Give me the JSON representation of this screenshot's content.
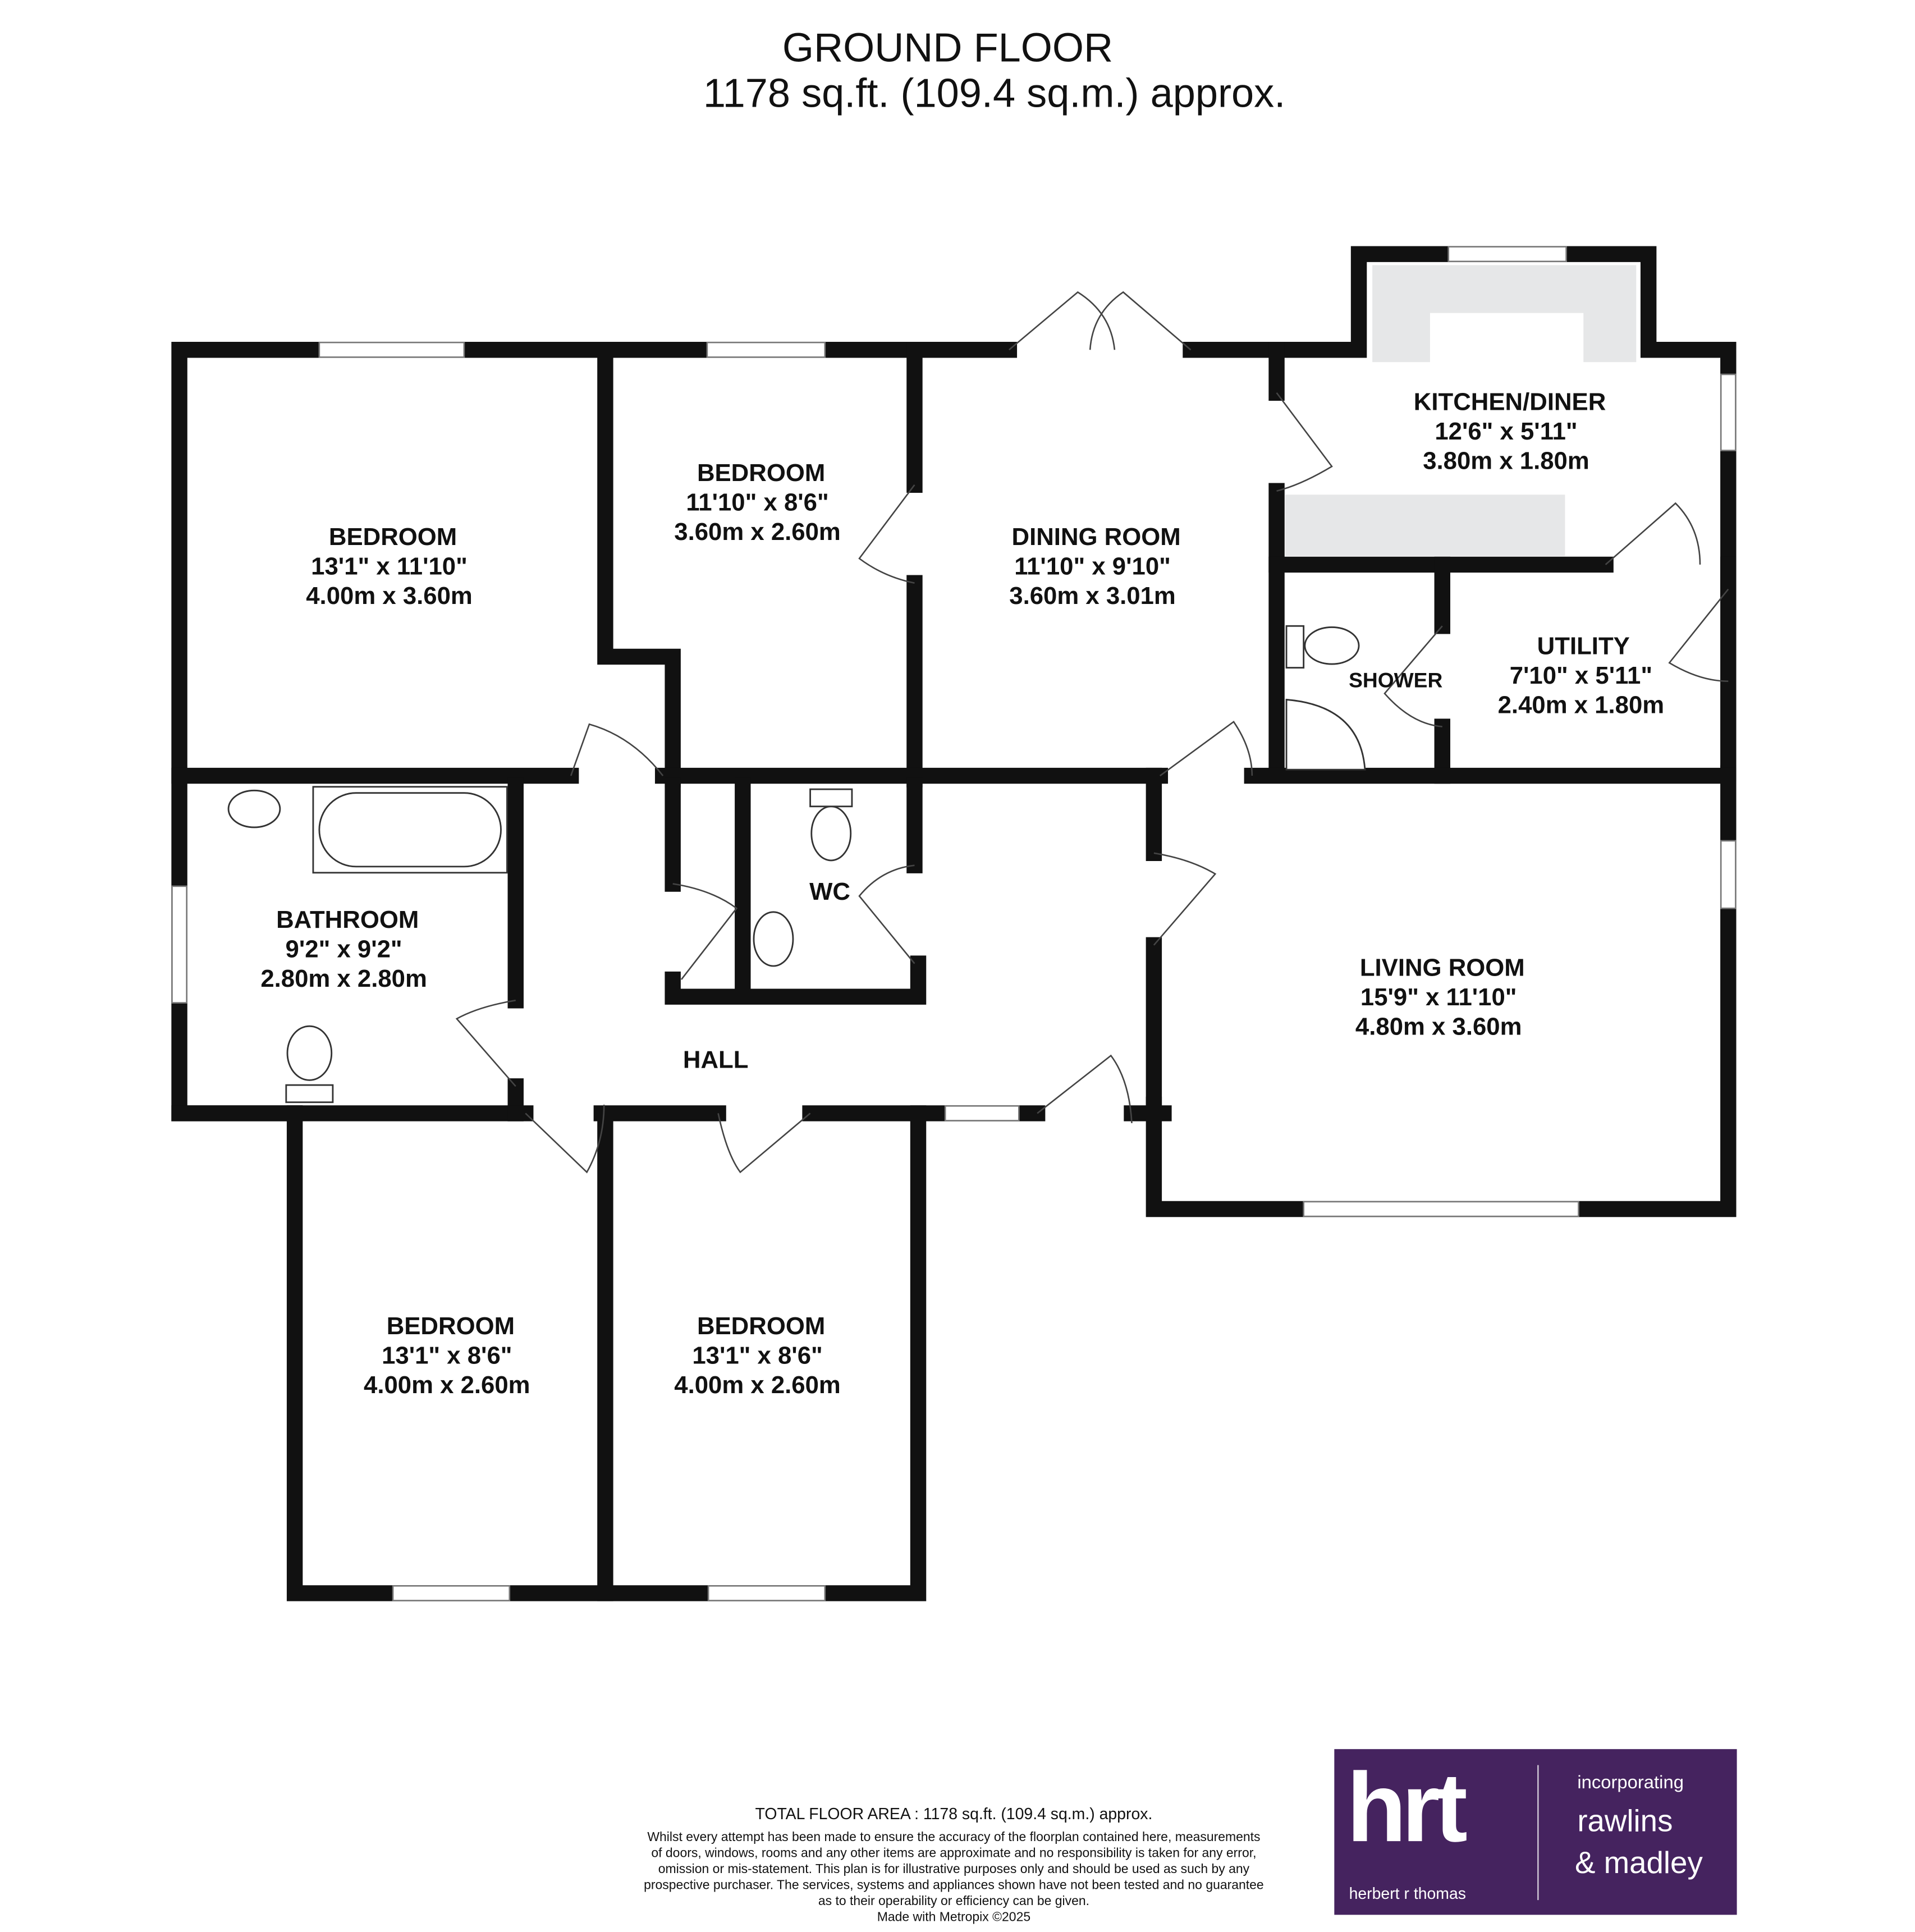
{
  "header": {
    "title": "GROUND FLOOR",
    "area": "1178 sq.ft. (109.4 sq.m.) approx."
  },
  "rooms": [
    {
      "name": "BEDROOM",
      "imperial": "13'1\"  x 11'10\"",
      "metric": "4.00m  x 3.60m"
    },
    {
      "name": "BEDROOM",
      "imperial": "11'10\"  x 8'6\"",
      "metric": "3.60m  x 2.60m"
    },
    {
      "name": "DINING ROOM",
      "imperial": "11'10\"  x 9'10\"",
      "metric": "3.60m  x 3.01m"
    },
    {
      "name": "KITCHEN/DINER",
      "imperial": "12'6\"  x 5'11\"",
      "metric": "3.80m  x 1.80m"
    },
    {
      "name": "UTILITY",
      "imperial": "7'10\"  x 5'11\"",
      "metric": "2.40m  x 1.80m"
    },
    {
      "name": "BATHROOM",
      "imperial": "9'2\"  x 9'2\"",
      "metric": "2.80m  x 2.80m"
    },
    {
      "name": "LIVING ROOM",
      "imperial": "15'9\"  x 11'10\"",
      "metric": "4.80m  x 3.60m"
    },
    {
      "name": "BEDROOM",
      "imperial": "13'1\"  x 8'6\"",
      "metric": "4.00m  x 2.60m"
    },
    {
      "name": "BEDROOM",
      "imperial": "13'1\"  x 8'6\"",
      "metric": "4.00m  x 2.60m"
    }
  ],
  "labels": {
    "shower": "SHOWER",
    "wc": "WC",
    "hall": "HALL"
  },
  "footer": {
    "total": "TOTAL FLOOR AREA : 1178 sq.ft. (109.4 sq.m.) approx.",
    "disclaimer": [
      "Whilst every attempt has been made to ensure the accuracy of the floorplan contained here, measurements",
      "of doors, windows, rooms and any other items are approximate and no responsibility is taken for any error,",
      "omission or mis-statement. This plan is for illustrative purposes only and should be used as such by any",
      "prospective purchaser. The services, systems and appliances shown have not been tested and no guarantee",
      "as to their operability or efficiency can be given."
    ],
    "made_with": "Made with Metropix ©2025"
  },
  "logo": {
    "mark": "hrt",
    "company": "herbert r thomas",
    "incorporating": "incorporating",
    "partner_line1": "rawlins",
    "partner_line2": "& madley",
    "color": "#45235f"
  }
}
